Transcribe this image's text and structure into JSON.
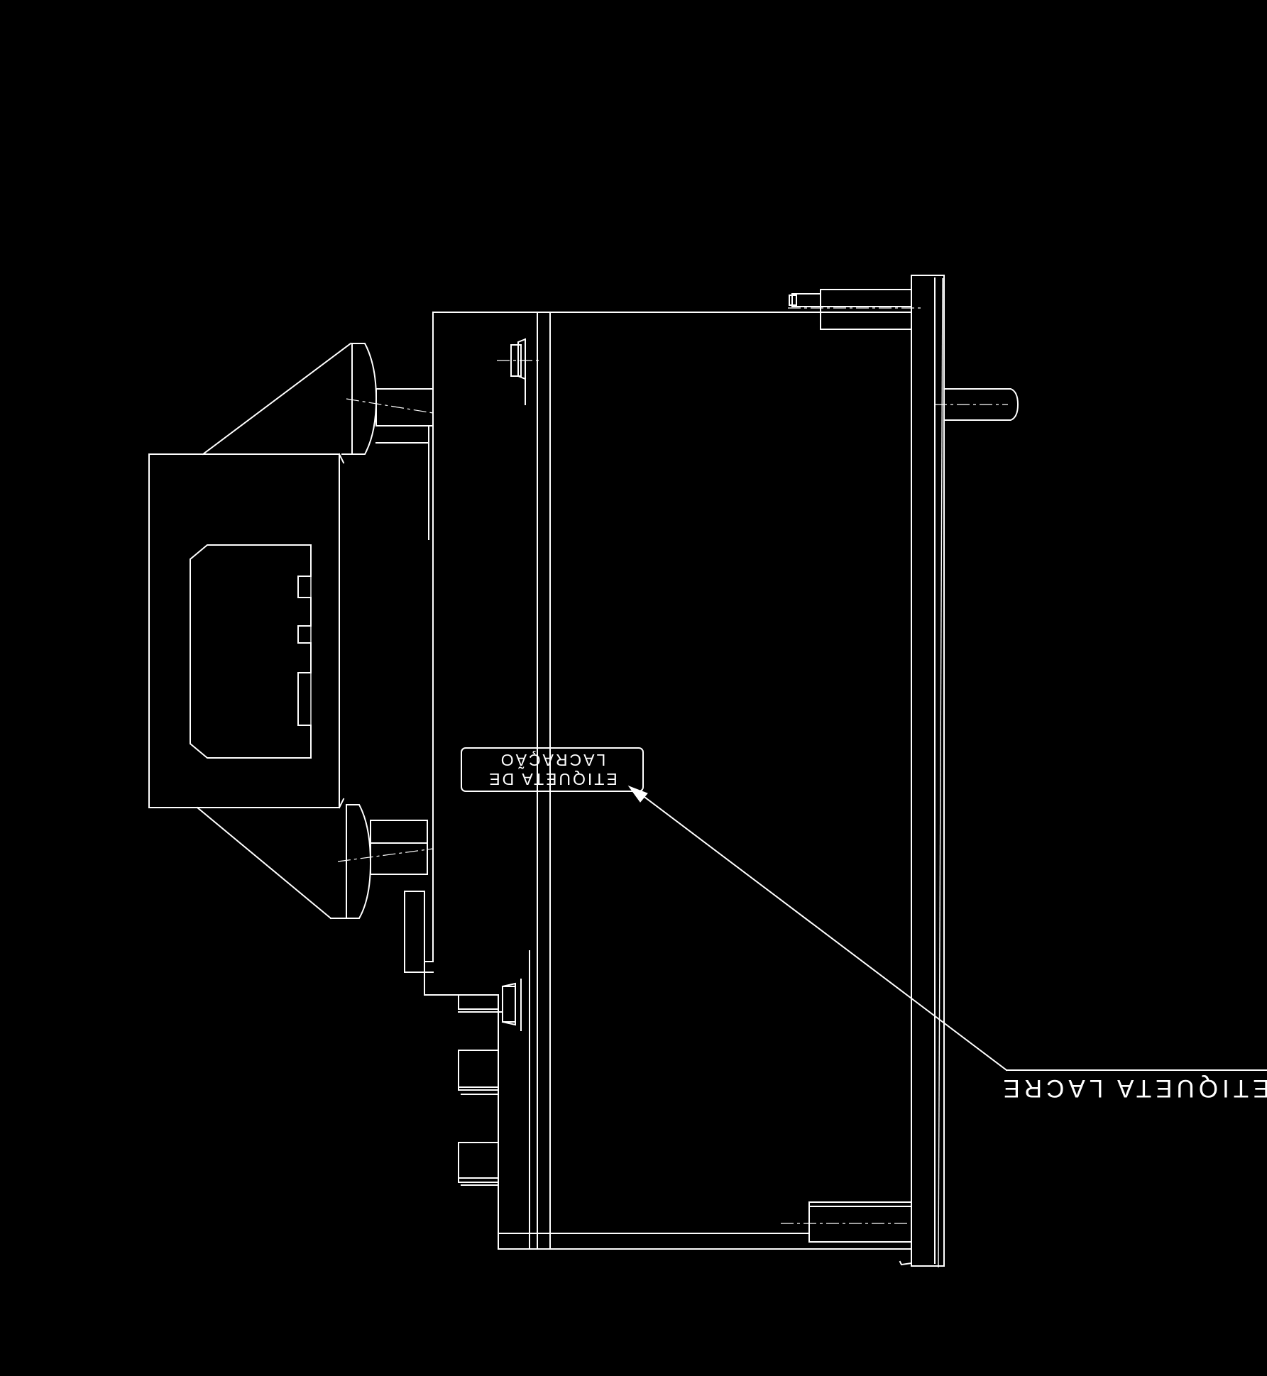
{
  "drawing": {
    "background_color": "#000000",
    "line_color": "#ffffff",
    "label_text_orientation": "rotated 180 degrees (upside down)",
    "seal_label": {
      "line1": "ETIQUETA DE",
      "line2": "LACRAÇÃO"
    },
    "callout_label": "ETIQUETA LACRE"
  }
}
